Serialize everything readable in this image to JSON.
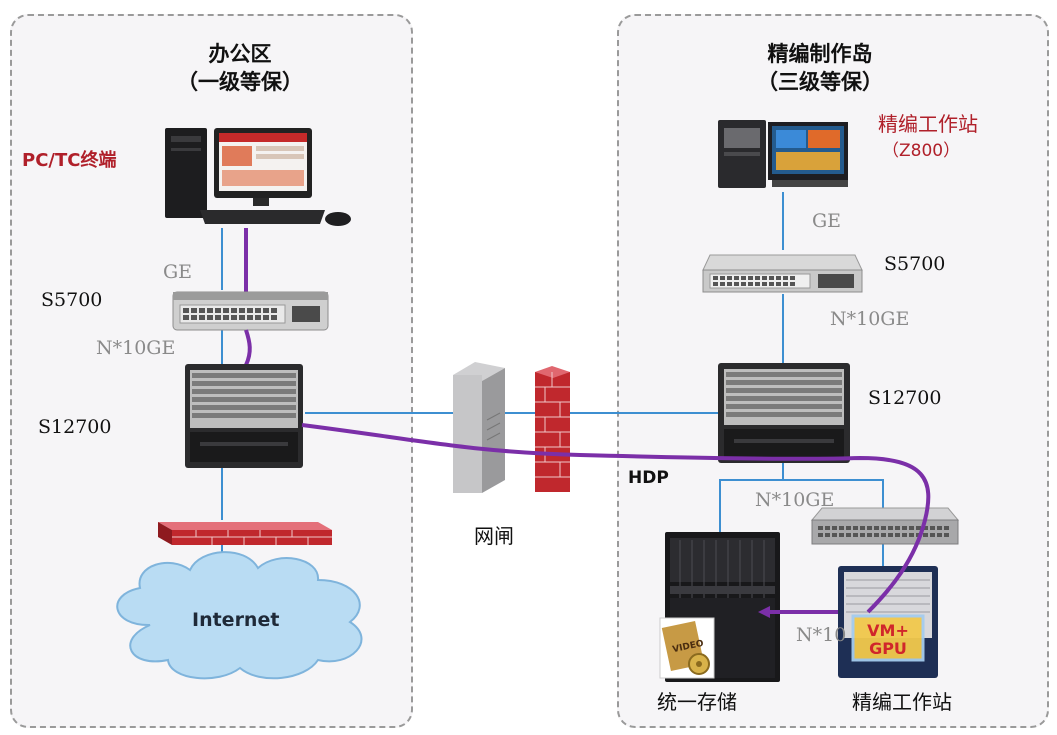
{
  "zones": {
    "office": {
      "title": "办公区",
      "subtitle": "（一级等保）"
    },
    "editing": {
      "title": "精编制作岛",
      "subtitle": "（三级等保）"
    }
  },
  "office": {
    "terminal_label": "PC/TC终端",
    "link_ge": "GE",
    "switch_label": "S5700",
    "link_10ge": "N*10GE",
    "core_label": "S12700",
    "internet_label": "Internet"
  },
  "gateway_label": "网闸",
  "editing": {
    "workstation_label": "精编工作站",
    "workstation_model": "（Z800）",
    "link_ge": "GE",
    "switch_label": "S5700",
    "link_10ge_upper": "N*10GE",
    "core_label": "S12700",
    "hdp_label": "HDP",
    "link_10ge_lower": "N*10GE",
    "link_10ge_storage": "N*10",
    "vm_label_1": "VM+",
    "vm_label_2": "GPU",
    "video_label": "VIDEO",
    "storage_label": "统一存储",
    "server_label": "精编工作站"
  },
  "colors": {
    "link_blue": "#3d8fd1",
    "hdp_purple": "#7b2fa8",
    "firewall_red": "#c0282d",
    "label_red": "#b0202a",
    "cloud_blue": "#b9dcf3"
  }
}
